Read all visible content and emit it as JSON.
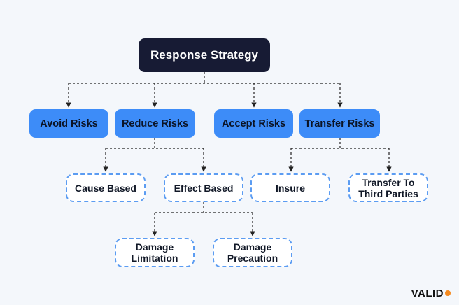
{
  "diagram": {
    "root": "Response Strategy",
    "strategies": [
      "Avoid Risks",
      "Reduce Risks",
      "Accept Risks",
      "Transfer Risks"
    ],
    "reduce_children": [
      "Cause Based",
      "Effect Based"
    ],
    "transfer_children": [
      "Insure",
      "Transfer To\nThird Parties"
    ],
    "effect_children": [
      "Damage\nLimitation",
      "Damage\nPrecaution"
    ]
  },
  "brand": {
    "logo_text": "VALID",
    "accent_color": "#f58a1f"
  },
  "colors": {
    "root_bg": "#171b34",
    "strategy_bg": "#3d8cf8",
    "dashed_border": "#5b9cf2",
    "connector": "#222222"
  }
}
